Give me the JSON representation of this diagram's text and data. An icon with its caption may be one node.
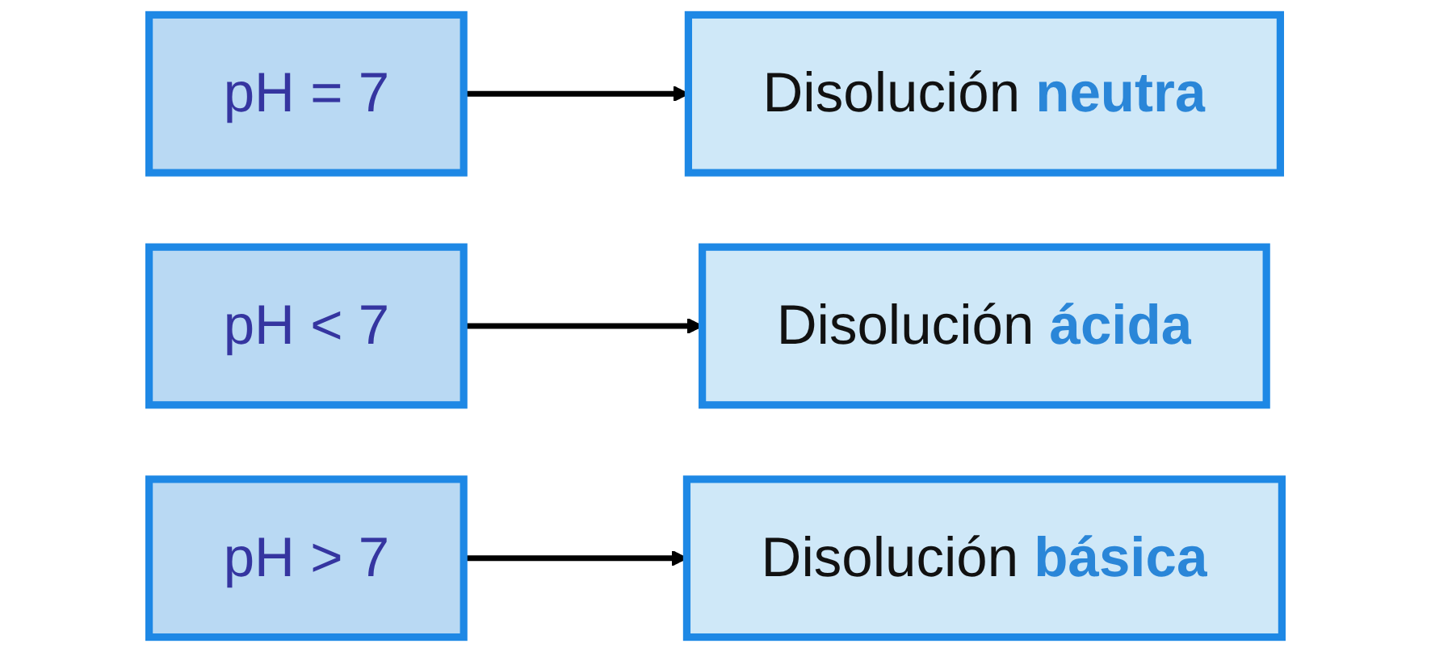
{
  "diagram": {
    "nodes": [
      {
        "text": [
          "pH = 7"
        ]
      },
      {
        "text": [
          "Disolución **neutra**"
        ]
      },
      {
        "text": [
          "pH < 7"
        ]
      },
      {
        "text": [
          "Disolución **ácida**"
        ]
      },
      {
        "text": [
          "pH > 7"
        ]
      },
      {
        "text": [
          "Disolución **básica**"
        ]
      }
    ],
    "edges": [
      {
        "from": 0,
        "to": 1,
        "arrow": "to"
      },
      {
        "from": 2,
        "to": 3,
        "arrow": "to"
      },
      {
        "from": 4,
        "to": 5,
        "arrow": "to"
      }
    ]
  }
}
